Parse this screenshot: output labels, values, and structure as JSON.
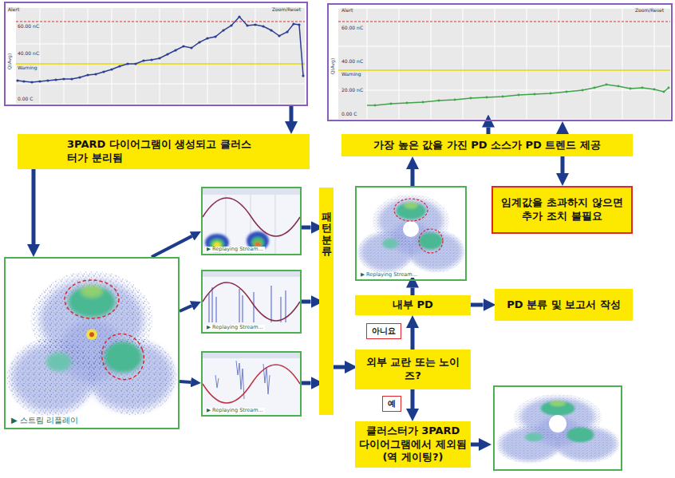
{
  "diagram": {
    "nodes": [
      {
        "text": [
          "Alert",
          "Zoom/Reset",
          "60.00 nC",
          "40.00 nC",
          "Warning",
          "0.00 C",
          "Q(Avg)"
        ]
      },
      {
        "text": [
          "Alert",
          "Zoom/Reset",
          "60.00 nC",
          "40.00 nC",
          "Warning",
          "20.00 nC",
          "0.00 C",
          "Q(Avg)"
        ]
      },
      {
        "text": [
          "3PARD 다이어그램이 생성되고 클러스터가 분리됨"
        ]
      },
      {
        "text": [
          "가장 높은 값을 가진 PD 소스가 PD 트렌드 제공"
        ]
      },
      {
        "text": [
          "임계값을 초과하지 않으면 추가 조치 불필요"
        ]
      },
      {
        "text": [
          "▶ 스트림 리플레이"
        ]
      },
      {
        "text": [
          "▶ Replaying Stream..."
        ]
      },
      {
        "text": [
          "▶ Replaying Stream..."
        ]
      },
      {
        "text": [
          "▶ Replaying Stream..."
        ]
      },
      {
        "text": [
          "패턴 분류"
        ]
      },
      {
        "text": [
          "▶ Replaying Stream..."
        ]
      },
      {
        "text": [
          "내부 PD"
        ]
      },
      {
        "text": [
          "PD 분류 및 보고서 작성"
        ]
      },
      {
        "text": [
          "외부 교란 또는 노이즈?"
        ]
      },
      {
        "text": [
          "클러스터가 3PARD 다이어그램에서 제외됨 (역 게이팅?)"
        ]
      }
    ],
    "edges": [
      {
        "from": 0,
        "to": 2,
        "arrow": "to"
      },
      {
        "from": 2,
        "to": 5,
        "arrow": "to"
      },
      {
        "from": 5,
        "to": 6,
        "arrow": "to"
      },
      {
        "from": 5,
        "to": 7,
        "arrow": "to"
      },
      {
        "from": 5,
        "to": 8,
        "arrow": "to"
      },
      {
        "from": 6,
        "to": 9,
        "arrow": "to"
      },
      {
        "from": 7,
        "to": 9,
        "arrow": "to"
      },
      {
        "from": 8,
        "to": 9,
        "arrow": "to"
      },
      {
        "from": 9,
        "to": 13,
        "arrow": "to"
      },
      {
        "from": 13,
        "to": 11,
        "label": "아니요",
        "arrow": "to"
      },
      {
        "from": 13,
        "to": 14,
        "label": "예",
        "arrow": "to"
      },
      {
        "from": 11,
        "to": 12,
        "arrow": "to"
      },
      {
        "from": 11,
        "to": 10,
        "arrow": "to"
      },
      {
        "from": 10,
        "to": 3,
        "arrow": "to"
      },
      {
        "from": 3,
        "to": 1,
        "arrow": "to"
      },
      {
        "from": 4,
        "to": 1,
        "arrow": "both"
      }
    ]
  }
}
